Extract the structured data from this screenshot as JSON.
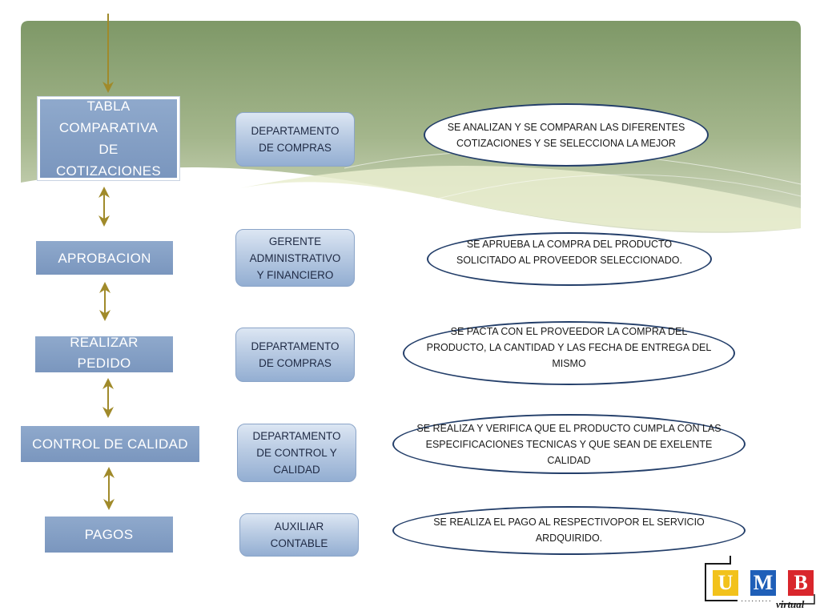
{
  "steps": [
    {
      "lines": [
        "TABLA",
        "COMPARATIVA",
        "DE",
        "COTIZACIONES"
      ]
    },
    {
      "lines": [
        "APROBACION"
      ]
    },
    {
      "lines": [
        "REALIZAR",
        "PEDIDO"
      ]
    },
    {
      "lines": [
        "CONTROL DE CALIDAD"
      ]
    },
    {
      "lines": [
        "PAGOS"
      ]
    }
  ],
  "responsibles": [
    {
      "lines": [
        "DEPARTAMENTO",
        "DE COMPRAS"
      ]
    },
    {
      "lines": [
        "GERENTE",
        "ADMINISTRATIVO",
        "Y FINANCIERO"
      ]
    },
    {
      "lines": [
        "DEPARTAMENTO",
        "DE COMPRAS"
      ]
    },
    {
      "lines": [
        "DEPARTAMENTO",
        "DE CONTROL Y",
        "CALIDAD"
      ]
    },
    {
      "lines": [
        "AUXILIAR",
        "CONTABLE"
      ]
    }
  ],
  "descriptions": [
    {
      "lines": [
        "SE ANALIZAN Y SE COMPARAN LAS DIFERENTES",
        "COTIZACIONES Y SE SELECCIONA LA MEJOR"
      ]
    },
    {
      "lines": [
        "SE APRUEBA LA COMPRA DEL PRODUCTO",
        "SOLICITADO AL PROVEEDOR SELECCIONADO."
      ]
    },
    {
      "lines": [
        "SE PACTA CON EL PROVEEDOR LA COMPRA DEL",
        "PRODUCTO, LA CANTIDAD Y LAS FECHA DE ENTREGA DEL",
        "MISMO"
      ]
    },
    {
      "lines": [
        "SE REALIZA Y VERIFICA QUE EL PRODUCTO CUMPLA CON LAS",
        "ESPECIFICACIONES TECNICAS Y QUE SEAN DE EXELENTE",
        "CALIDAD"
      ]
    },
    {
      "lines": [
        "SE REALIZA EL PAGO AL RESPECTIVOPOR EL SERVICIO",
        "ARDQUIRIDO."
      ]
    }
  ],
  "logo": {
    "letters": [
      "U",
      "M",
      "B"
    ],
    "dots": "·········",
    "subtitle": "virtual",
    "colors": {
      "u": "#f2c21b",
      "m": "#1f5fb8",
      "b": "#d9262c"
    }
  },
  "colors": {
    "header_green": "#7f9a68",
    "step_blue": "#7f9bc3",
    "arrow": "#a08a2a",
    "ellipse_border": "#243f6a"
  }
}
